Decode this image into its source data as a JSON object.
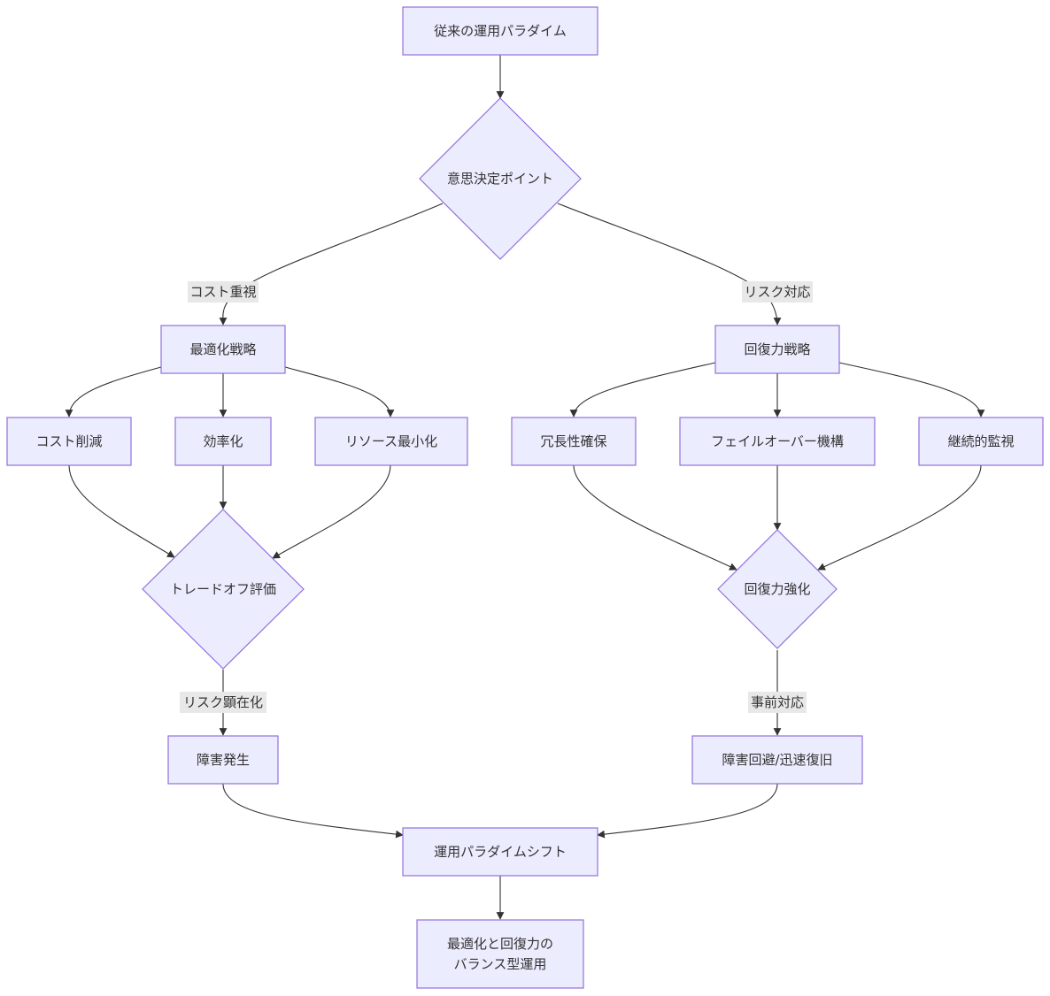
{
  "colors": {
    "node_fill": "#ECECFF",
    "node_stroke": "#9370DB",
    "edge": "#333333",
    "label_bg": "#e8e8e8",
    "text": "#333333"
  },
  "nodes": {
    "start": "従来の運用パラダイム",
    "decision": "意思決定ポイント",
    "optimize": "最適化戦略",
    "resilience": "回復力戦略",
    "cost_cut": "コスト削減",
    "efficiency": "効率化",
    "resource_min": "リソース最小化",
    "redundancy": "冗長性確保",
    "failover": "フェイルオーバー機構",
    "monitoring": "継続的監視",
    "tradeoff": "トレードオフ評価",
    "resilience_boost": "回復力強化",
    "failure": "障害発生",
    "avoid_recover": "障害回避/迅速復旧",
    "shift": "運用パラダイムシフト",
    "final_line1": "最適化と回復力の",
    "final_line2": "バランス型運用"
  },
  "edge_labels": {
    "cost_focus": "コスト重視",
    "risk_response": "リスク対応",
    "risk_surface": "リスク顕在化",
    "proactive": "事前対応"
  }
}
